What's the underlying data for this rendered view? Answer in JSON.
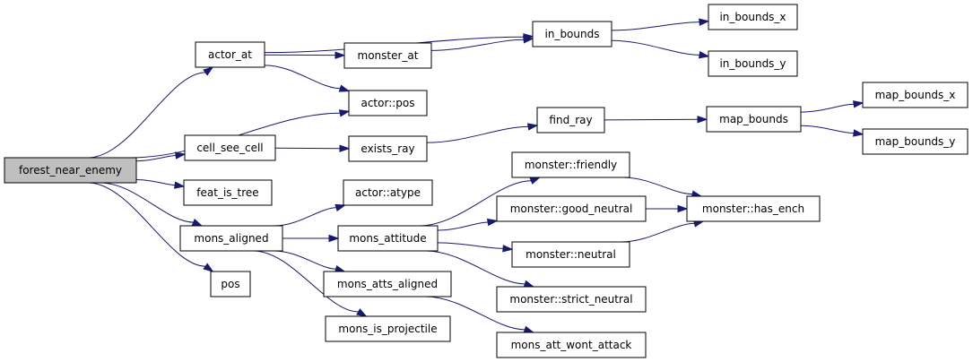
{
  "colors": {
    "edge": "#191970",
    "node_fill": "#ffffff",
    "root_fill": "#bfbfbf",
    "border": "#000000"
  },
  "nodes": {
    "forest_near_enemy": "forest_near_enemy",
    "actor_at": "actor_at",
    "monster_at": "monster_at",
    "in_bounds": "in_bounds",
    "in_bounds_x": "in_bounds_x",
    "in_bounds_y": "in_bounds_y",
    "actor_pos": "actor::pos",
    "cell_see_cell": "cell_see_cell",
    "exists_ray": "exists_ray",
    "find_ray": "find_ray",
    "map_bounds": "map_bounds",
    "map_bounds_x": "map_bounds_x",
    "map_bounds_y": "map_bounds_y",
    "feat_is_tree": "feat_is_tree",
    "actor_atype": "actor::atype",
    "mons_aligned": "mons_aligned",
    "mons_attitude": "mons_attitude",
    "monster_friendly": "monster::friendly",
    "monster_good_neutral": "monster::good_neutral",
    "monster_has_ench": "monster::has_ench",
    "monster_neutral": "monster::neutral",
    "monster_strict_neutral": "monster::strict_neutral",
    "mons_atts_aligned": "mons_atts_aligned",
    "mons_att_wont_attack": "mons_att_wont_attack",
    "mons_is_projectile": "mons_is_projectile",
    "pos": "pos"
  },
  "edges": [
    [
      "forest_near_enemy",
      "actor_at"
    ],
    [
      "forest_near_enemy",
      "actor_pos"
    ],
    [
      "forest_near_enemy",
      "cell_see_cell"
    ],
    [
      "forest_near_enemy",
      "feat_is_tree"
    ],
    [
      "forest_near_enemy",
      "mons_aligned"
    ],
    [
      "forest_near_enemy",
      "pos"
    ],
    [
      "actor_at",
      "in_bounds"
    ],
    [
      "actor_at",
      "monster_at"
    ],
    [
      "actor_at",
      "actor_pos"
    ],
    [
      "monster_at",
      "in_bounds"
    ],
    [
      "in_bounds",
      "in_bounds_x"
    ],
    [
      "in_bounds",
      "in_bounds_y"
    ],
    [
      "cell_see_cell",
      "exists_ray"
    ],
    [
      "exists_ray",
      "find_ray"
    ],
    [
      "find_ray",
      "map_bounds"
    ],
    [
      "map_bounds",
      "map_bounds_x"
    ],
    [
      "map_bounds",
      "map_bounds_y"
    ],
    [
      "mons_aligned",
      "actor_atype"
    ],
    [
      "mons_aligned",
      "mons_attitude"
    ],
    [
      "mons_aligned",
      "mons_atts_aligned"
    ],
    [
      "mons_aligned",
      "mons_is_projectile"
    ],
    [
      "mons_attitude",
      "monster_friendly"
    ],
    [
      "mons_attitude",
      "monster_good_neutral"
    ],
    [
      "mons_attitude",
      "monster_neutral"
    ],
    [
      "mons_attitude",
      "monster_strict_neutral"
    ],
    [
      "monster_friendly",
      "monster_has_ench"
    ],
    [
      "monster_good_neutral",
      "monster_has_ench"
    ],
    [
      "monster_neutral",
      "monster_has_ench"
    ],
    [
      "mons_atts_aligned",
      "mons_att_wont_attack"
    ]
  ]
}
